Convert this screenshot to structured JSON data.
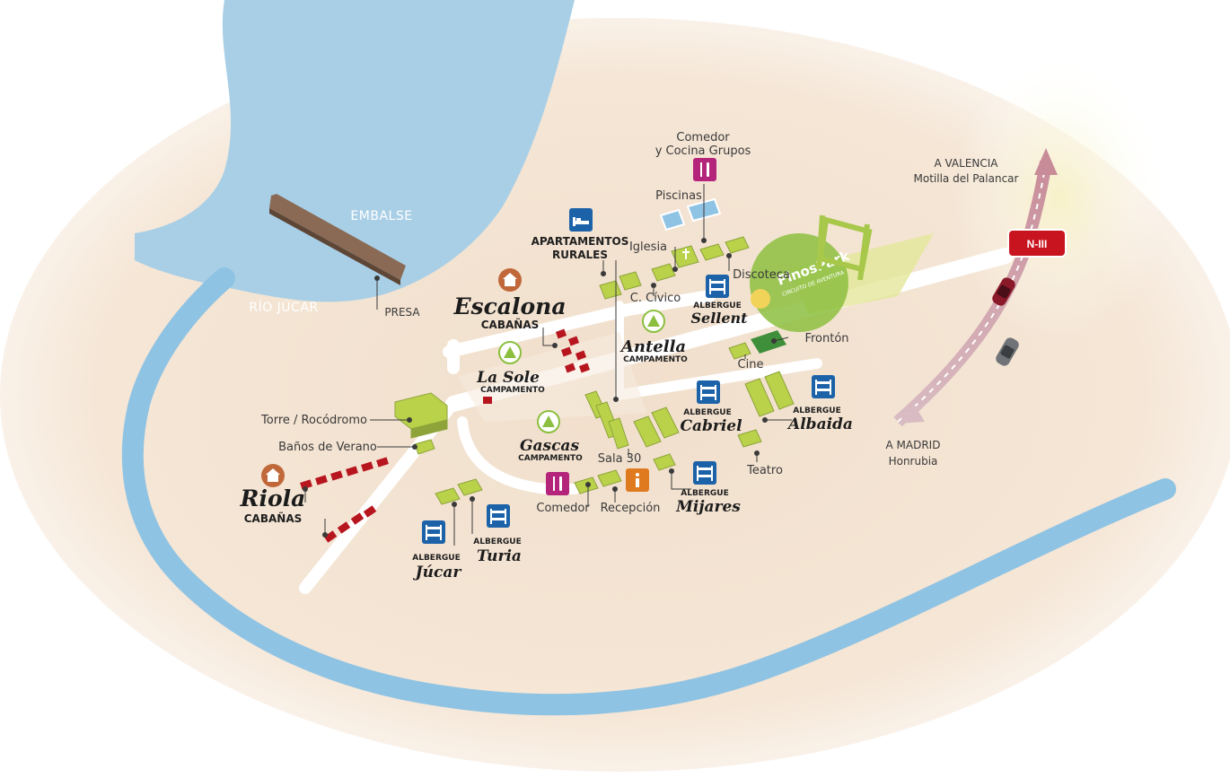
{
  "water": {
    "reservoir": "EMBALSE",
    "river": "RÍO JÚCAR"
  },
  "dam": "PRESA",
  "destinations": {
    "north": {
      "line1": "A VALENCIA",
      "line2": "Motilla del Palancar"
    },
    "south": {
      "line1": "A MADRID",
      "line2": "Honrubia"
    }
  },
  "highway_sign": "N-III",
  "park": {
    "name": "PinosPark",
    "subtitle": "CIRCUITO DE AVENTURA"
  },
  "facilities": {
    "comedor_grupos": {
      "line1": "Comedor",
      "line2": "y Cocina Grupos"
    },
    "piscinas": "Piscinas",
    "iglesia": "Iglesia",
    "apartamentos": {
      "line1": "APARTAMENTOS",
      "line2": "RURALES"
    },
    "discoteca": "Discoteca",
    "civico": "C. Cívico",
    "fronton": "Frontón",
    "cine": "Cine",
    "torre": "Torre / Rocódromo",
    "banos": "Baños de Verano",
    "sala30": "Sala 30",
    "comedor": "Comedor",
    "recepcion": "Recepción",
    "teatro": "Teatro"
  },
  "places": {
    "escalona": {
      "name": "Escalona",
      "type": "CABAÑAS"
    },
    "riola": {
      "name": "Riola",
      "type": "CABAÑAS"
    },
    "la_sole": {
      "name": "La Sole",
      "type": "CAMPAMENTO"
    },
    "antella": {
      "name": "Antella",
      "type": "CAMPAMENTO"
    },
    "gascas": {
      "name": "Gascas",
      "type": "CAMPAMENTO"
    }
  },
  "albergues": {
    "label": "ALBERGUE",
    "sellent": "Sellent",
    "cabriel": "Cabriel",
    "albaida": "Albaida",
    "mijares": "Mijares",
    "jucar": "Júcar",
    "turia": "Turia"
  },
  "icons": {
    "albergue": "bunk-bed-icon",
    "apartamentos": "bed-icon",
    "comedor": "fork-knife-icon",
    "info": "info-icon",
    "cabanas": "cabin-icon",
    "campamento": "tent-icon"
  },
  "colors": {
    "water": "#a9cfe6",
    "river": "#8fc3e3",
    "land": "#f3e3d2",
    "building": "#b9d24a",
    "albergue_icon": "#1c62a8",
    "comedor_icon": "#b4247a",
    "info_icon": "#e07a1f",
    "cabin_icon": "#c0683a",
    "cabin_block": "#b7161f",
    "park": "#8cbf3f",
    "highway_sign": "#c8141e",
    "road_arrow": "#cba0a8"
  }
}
